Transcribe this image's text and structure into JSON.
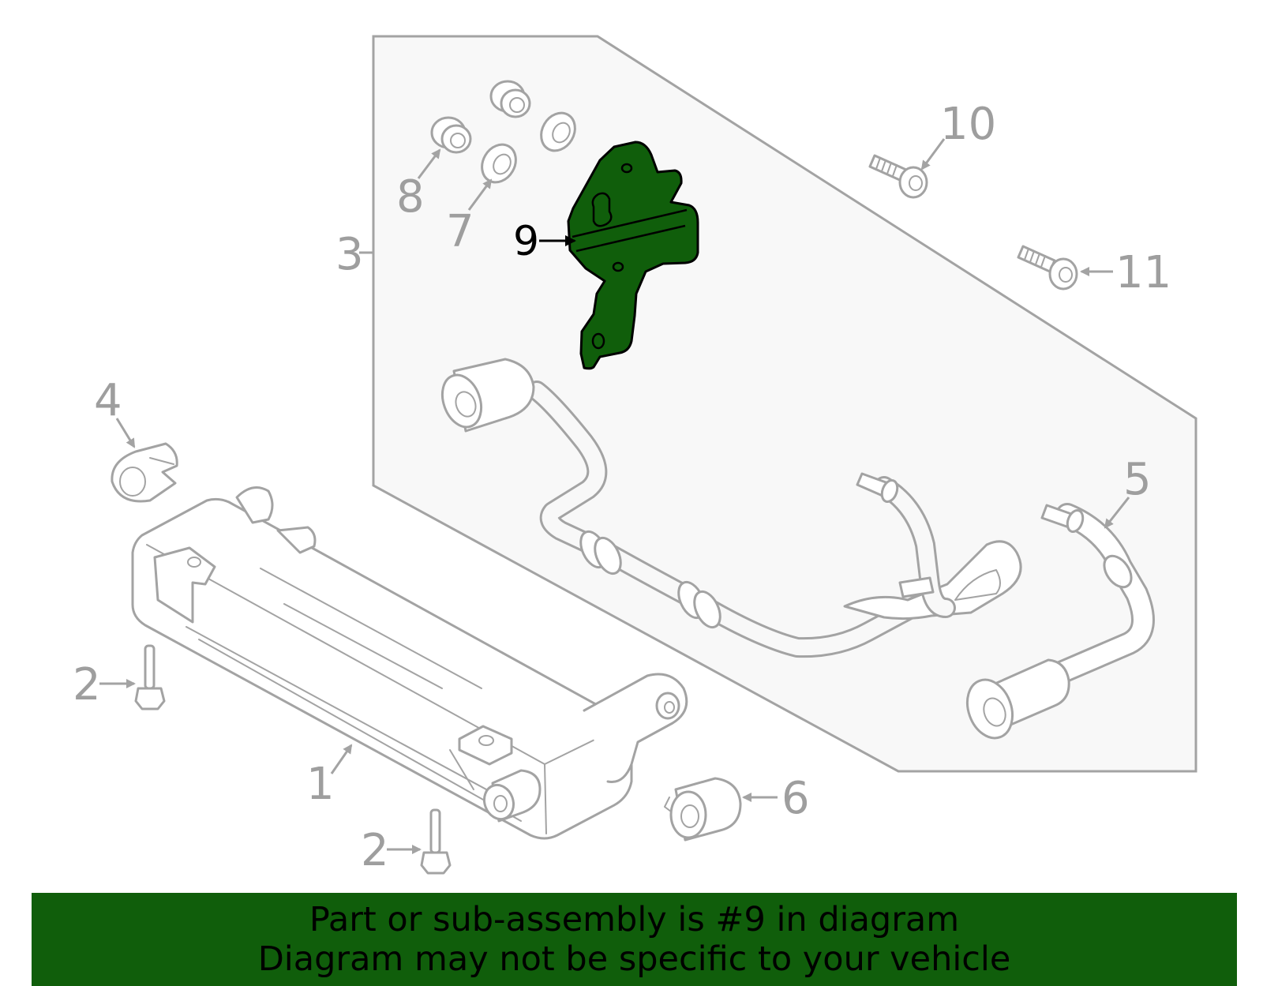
{
  "callouts": {
    "c1": "1",
    "c2a": "2",
    "c2b": "2",
    "c3": "3",
    "c4": "4",
    "c5": "5",
    "c6": "6",
    "c7": "7",
    "c8": "8",
    "c9": "9",
    "c10": "10",
    "c11": "11"
  },
  "colors": {
    "highlight": "#105e0b",
    "line": "#a3a3a3",
    "label": "#9e9e9e"
  },
  "banner": {
    "line1": "Part or sub-assembly is #9 in diagram",
    "line2": "Diagram may not be specific to your vehicle"
  }
}
